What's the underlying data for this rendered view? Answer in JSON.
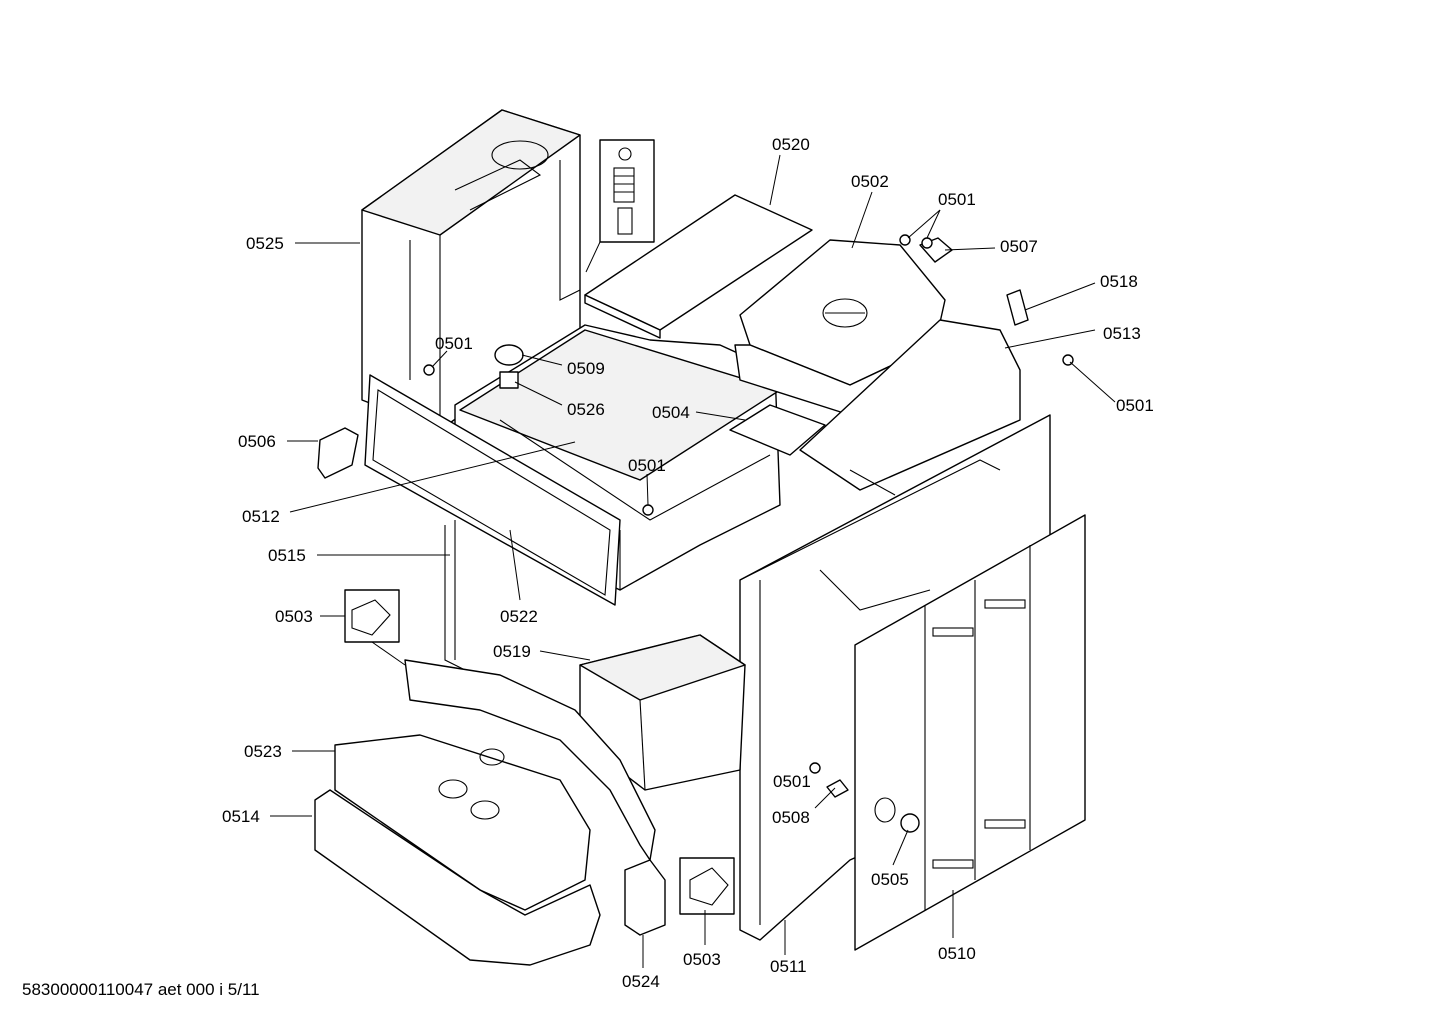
{
  "document": {
    "footer_id": "58300000110047 aet 000 i 5/11"
  },
  "callouts": {
    "c0525": "0525",
    "c0520": "0520",
    "c0502": "0502",
    "c0501_a": "0501",
    "c0507": "0507",
    "c0518": "0518",
    "c0513": "0513",
    "c0501_b": "0501",
    "c0501_c": "0501",
    "c0509": "0509",
    "c0526": "0526",
    "c0504": "0504",
    "c0506": "0506",
    "c0501_d": "0501",
    "c0512": "0512",
    "c0515": "0515",
    "c0522": "0522",
    "c0503_a": "0503",
    "c0519": "0519",
    "c0523": "0523",
    "c0501_e": "0501",
    "c0508": "0508",
    "c0514": "0514",
    "c0505": "0505",
    "c0524": "0524",
    "c0503_b": "0503",
    "c0511": "0511",
    "c0510": "0510"
  }
}
